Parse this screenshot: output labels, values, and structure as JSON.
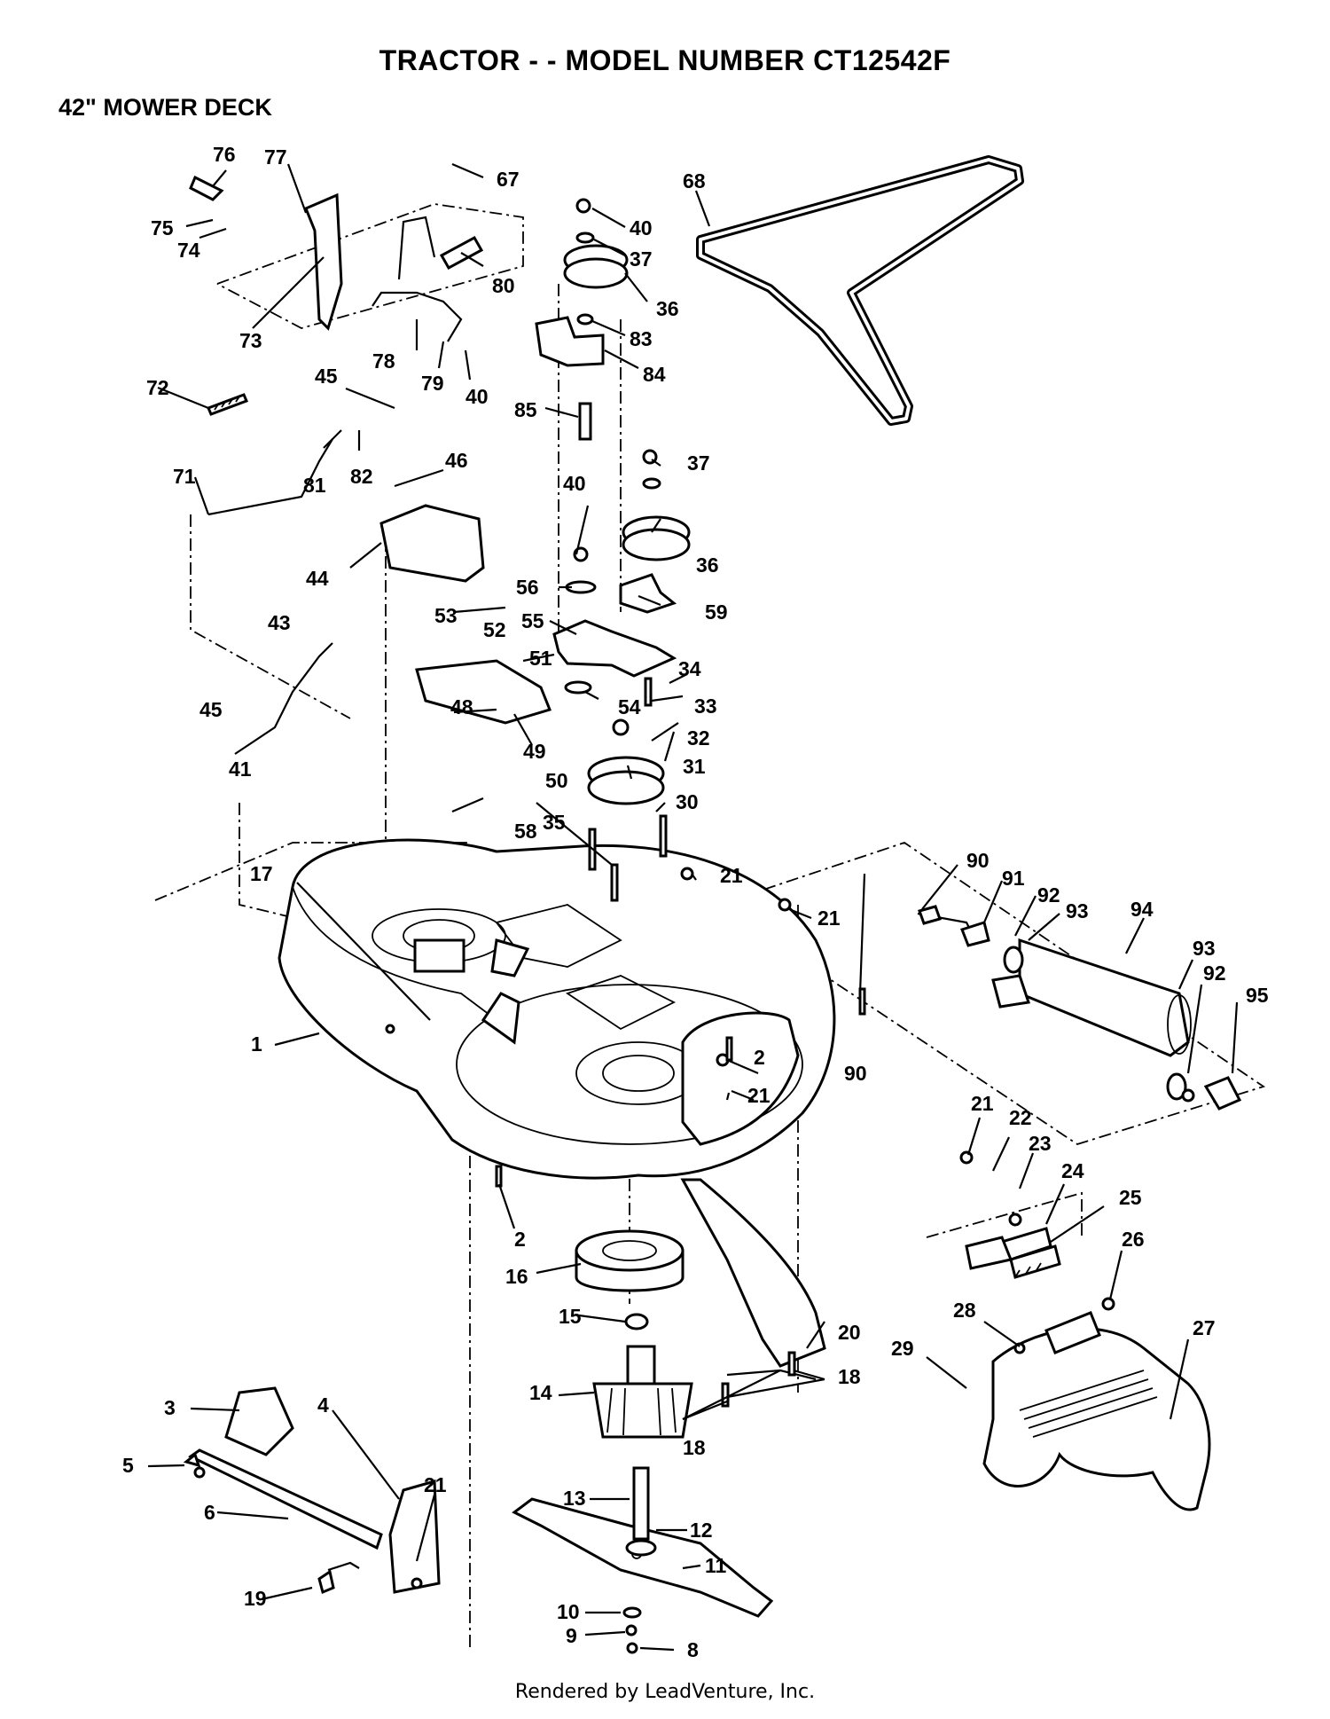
{
  "title": "TRACTOR - - MODEL NUMBER CT12542F",
  "subtitle": "42\" MOWER DECK",
  "footer": "Rendered by LeadVenture, Inc.",
  "callouts": [
    "76",
    "77",
    "67",
    "68",
    "40",
    "37",
    "36",
    "83",
    "84",
    "85",
    "75",
    "74",
    "80",
    "73",
    "78",
    "79",
    "40",
    "72",
    "45",
    "81",
    "82",
    "71",
    "46",
    "40",
    "37",
    "36",
    "44",
    "56",
    "59",
    "55",
    "53",
    "52",
    "51",
    "34",
    "54",
    "33",
    "43",
    "48",
    "32",
    "49",
    "50",
    "31",
    "45",
    "41",
    "58",
    "35",
    "30",
    "17",
    "21",
    "90",
    "91",
    "92",
    "93",
    "94",
    "21",
    "93",
    "92",
    "95",
    "1",
    "2",
    "21",
    "90",
    "21",
    "22",
    "23",
    "24",
    "25",
    "26",
    "2",
    "16",
    "15",
    "20",
    "28",
    "27",
    "29",
    "18",
    "14",
    "18",
    "3",
    "4",
    "5",
    "21",
    "6",
    "13",
    "12",
    "11",
    "19",
    "10",
    "9",
    "8"
  ]
}
